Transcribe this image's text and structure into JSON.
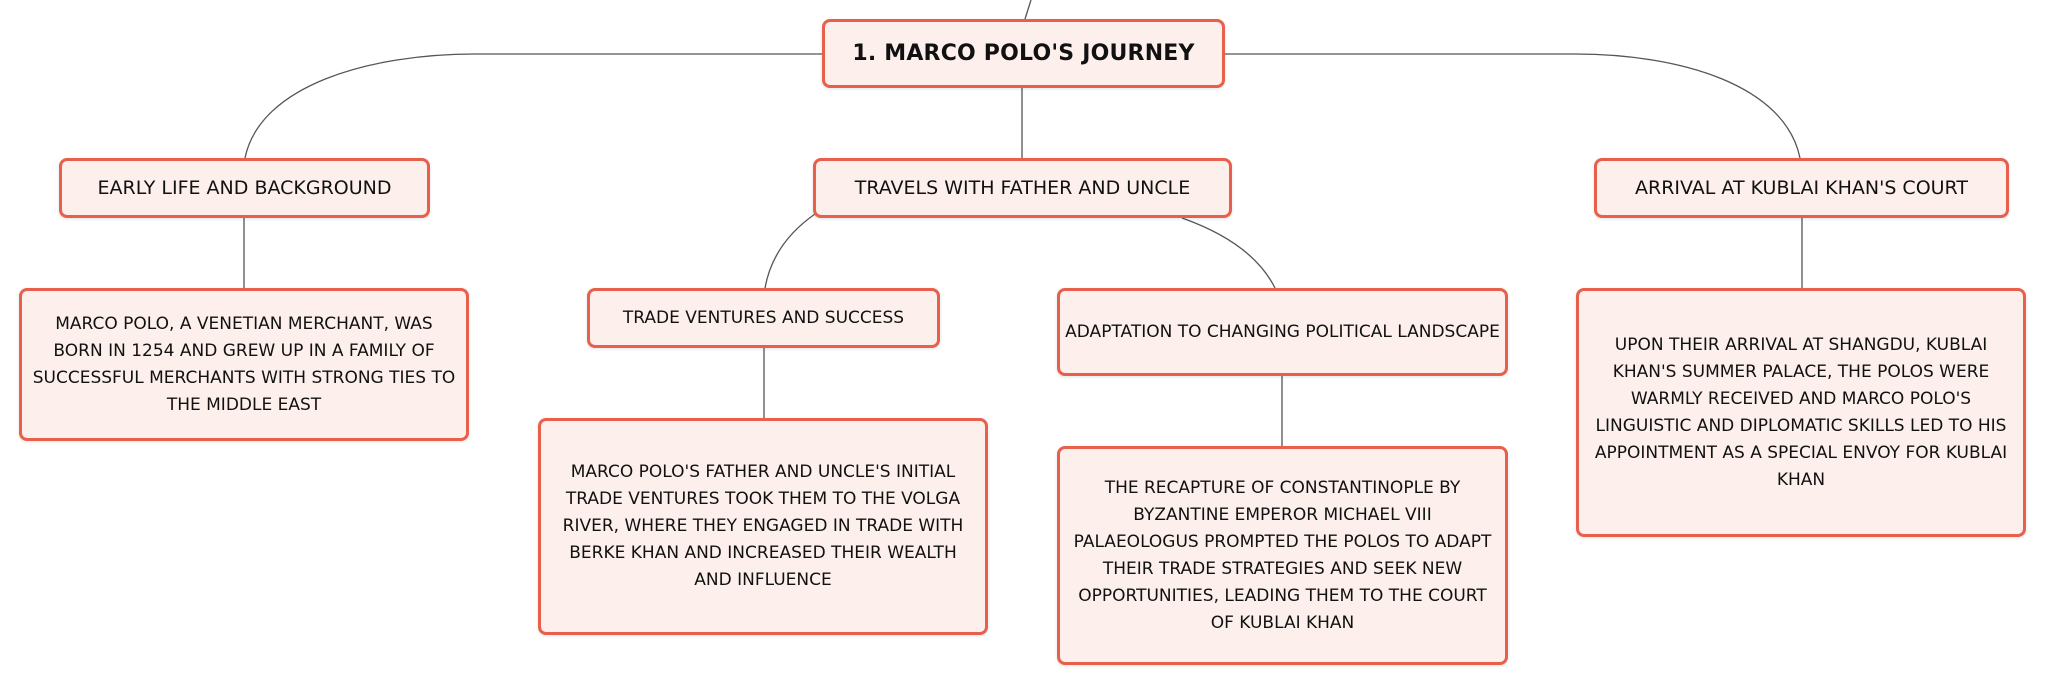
{
  "diagram": {
    "root": "1. MARCO POLO'S JOURNEY",
    "topics": {
      "early_life": {
        "title": "EARLY LIFE AND BACKGROUND",
        "detail": "MARCO POLO, A VENETIAN MERCHANT, WAS BORN IN 1254 AND GREW UP IN A FAMILY OF SUCCESSFUL MERCHANTS WITH STRONG TIES TO THE MIDDLE EAST"
      },
      "travels": {
        "title": "TRAVELS WITH FATHER AND UNCLE",
        "trade": {
          "title": "TRADE VENTURES AND SUCCESS",
          "detail": "MARCO POLO'S FATHER AND UNCLE'S INITIAL TRADE VENTURES TOOK THEM TO THE VOLGA RIVER, WHERE THEY ENGAGED IN TRADE WITH BERKE KHAN AND INCREASED THEIR WEALTH AND INFLUENCE"
        },
        "adaptation": {
          "title": "ADAPTATION TO CHANGING POLITICAL LANDSCAPE",
          "detail": "THE RECAPTURE OF CONSTANTINOPLE BY BYZANTINE EMPEROR MICHAEL VIII PALAEOLOGUS PROMPTED THE POLOS TO ADAPT THEIR TRADE STRATEGIES AND SEEK NEW OPPORTUNITIES, LEADING THEM TO THE COURT OF KUBLAI KHAN"
        }
      },
      "arrival": {
        "title": "ARRIVAL AT KUBLAI KHAN'S COURT",
        "detail": "UPON THEIR ARRIVAL AT SHANGDU, KUBLAI KHAN'S SUMMER PALACE, THE POLOS WERE WARMLY RECEIVED AND MARCO POLO'S LINGUISTIC AND DIPLOMATIC SKILLS LED TO HIS APPOINTMENT AS A SPECIAL ENVOY FOR KUBLAI KHAN"
      }
    },
    "colors": {
      "node_border": "#e8604c",
      "node_fill": "#fdf0ec",
      "connector": "#555555"
    }
  }
}
